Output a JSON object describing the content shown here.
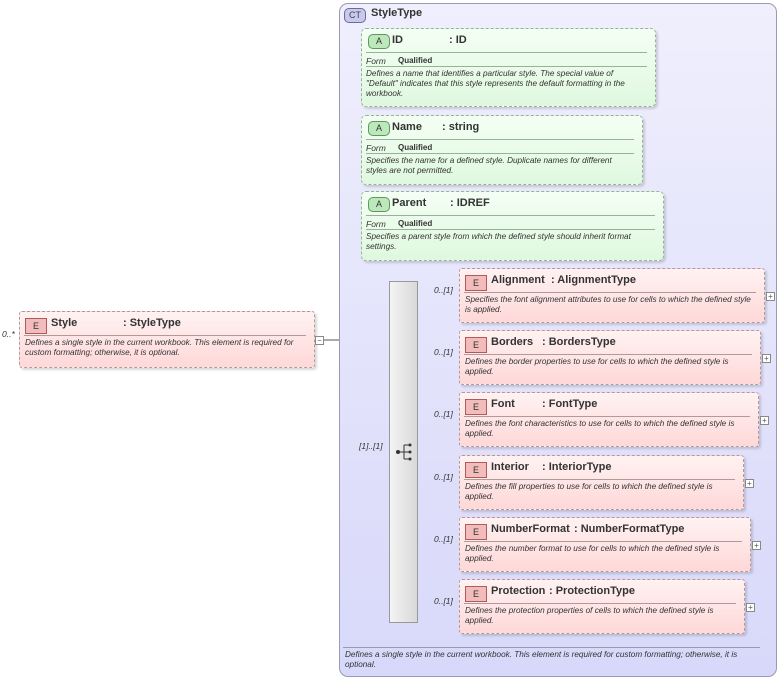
{
  "root_element": {
    "multiplicity": "0..*",
    "badge": "E",
    "name": "Style",
    "type": ": StyleType",
    "description": "Defines a single style in the current workbook. This element is required for custom formatting; otherwise, it is optional.",
    "toggle": "−"
  },
  "complex_type": {
    "badge": "CT",
    "name": "StyleType",
    "description": "Defines a single style in the current workbook. This element is required for custom formatting; otherwise, it is optional."
  },
  "attributes": [
    {
      "badge": "A",
      "name": "ID",
      "type": ": ID",
      "form_label": "Form",
      "form_value": "Qualified",
      "description": "Defines a name that identifies a particular style. The special value of \"Default\" indicates that this style represents the default formatting in the workbook."
    },
    {
      "badge": "A",
      "name": "Name",
      "type": ": string",
      "form_label": "Form",
      "form_value": "Qualified",
      "description": "Specifies the name for a defined style. Duplicate names for different styles are not permitted."
    },
    {
      "badge": "A",
      "name": "Parent",
      "type": ": IDREF",
      "form_label": "Form",
      "form_value": "Qualified",
      "description": "Specifies a parent style from which the defined style should inherit format settings."
    }
  ],
  "sequence": {
    "multiplicity": "[1]..[1]"
  },
  "child_elements": [
    {
      "multiplicity": "0..[1]",
      "badge": "E",
      "name": "Alignment",
      "type": ": AlignmentType",
      "description": "Specifies the font alignment attributes to use for cells to which the defined style is applied.",
      "expand": "+"
    },
    {
      "multiplicity": "0..[1]",
      "badge": "E",
      "name": "Borders",
      "type": ": BordersType",
      "description": "Defines the border properties to use for cells to which the defined style is applied.",
      "expand": "+"
    },
    {
      "multiplicity": "0..[1]",
      "badge": "E",
      "name": "Font",
      "type": ": FontType",
      "description": "Defines the font characteristics to use for cells to which the defined style is applied.",
      "expand": "+"
    },
    {
      "multiplicity": "0..[1]",
      "badge": "E",
      "name": "Interior",
      "type": ": InteriorType",
      "description": "Defines the fill properties to use for cells to which the defined style is applied.",
      "expand": "+"
    },
    {
      "multiplicity": "0..[1]",
      "badge": "E",
      "name": "NumberFormat",
      "type": ": NumberFormatType",
      "description": "Defines the number format to use for cells to which the defined style is applied.",
      "expand": "+"
    },
    {
      "multiplicity": "0..[1]",
      "badge": "E",
      "name": "Protection",
      "type": ": ProtectionType",
      "description": "Defines the protection properties of cells to which the defined style is applied.",
      "expand": "+"
    }
  ]
}
